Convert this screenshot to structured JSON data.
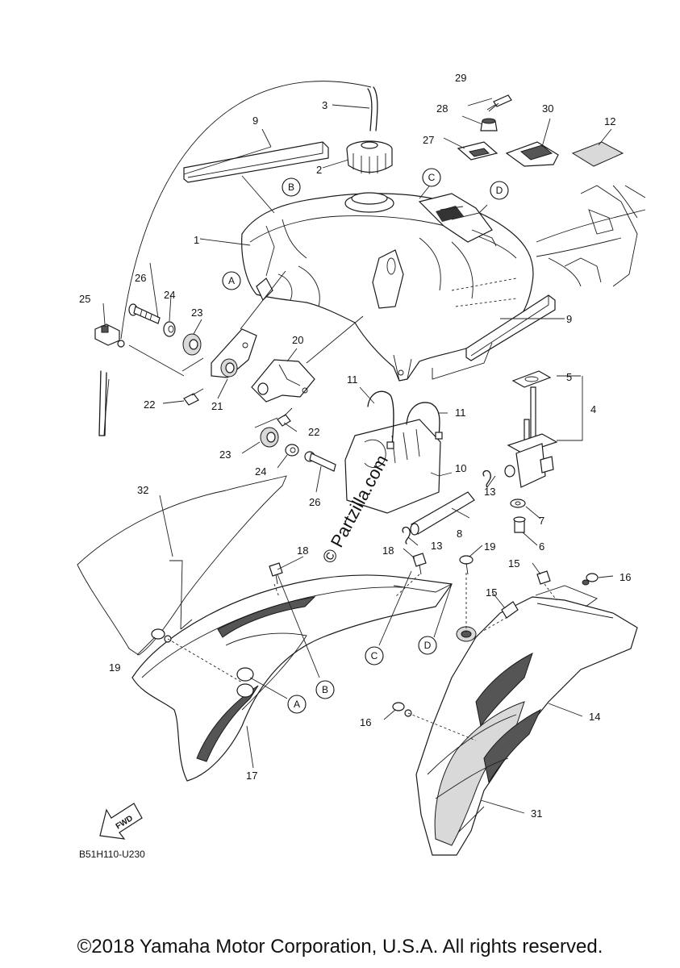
{
  "diagram": {
    "callouts": [
      "1",
      "2",
      "3",
      "4",
      "5",
      "6",
      "7",
      "8",
      "9",
      "10",
      "11",
      "12",
      "13",
      "14",
      "15",
      "16",
      "17",
      "18",
      "19",
      "20",
      "21",
      "22",
      "23",
      "24",
      "25",
      "26",
      "27",
      "28",
      "29",
      "30",
      "31",
      "32"
    ],
    "refs": [
      "A",
      "B",
      "C",
      "D"
    ],
    "fwd_label": "FWD",
    "diagram_code": "B51H110-U230",
    "watermark": "© Partzilla.com"
  },
  "footer": {
    "copyright": "©2018 Yamaha Motor Corporation, U.S.A. All rights reserved."
  }
}
